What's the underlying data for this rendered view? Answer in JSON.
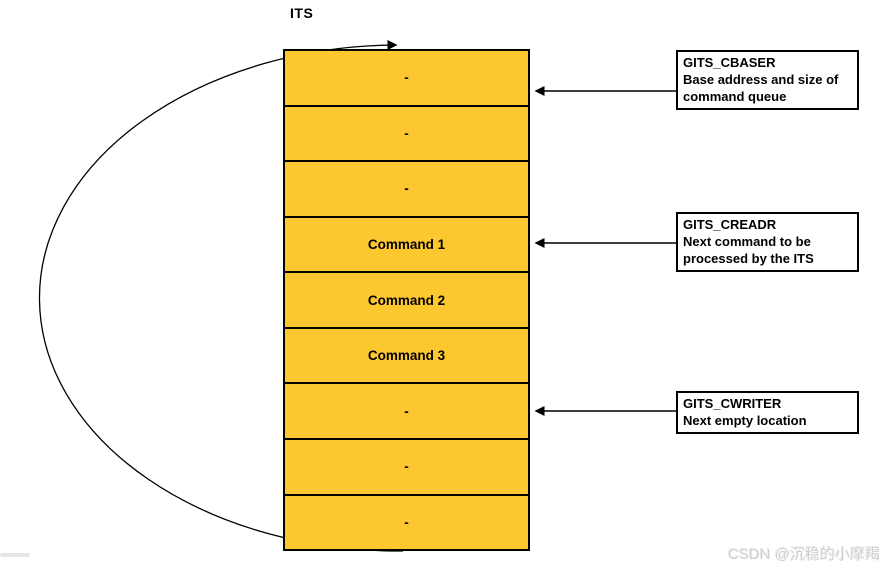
{
  "title": "ITS",
  "queue": {
    "rows": [
      "-",
      "-",
      "-",
      "Command 1",
      "Command 2",
      "Command 3",
      "-",
      "-",
      "-"
    ]
  },
  "registers": [
    {
      "name": "GITS_CBASER",
      "desc": "Base address and size of command queue"
    },
    {
      "name": "GITS_CREADR",
      "desc": "Next command to be processed by the ITS"
    },
    {
      "name": "GITS_CWRITER",
      "desc": "Next empty location"
    }
  ],
  "icons": {
    "wraparound_arrow": "circular-wrap-arrow",
    "pointer_arrows": "left-arrow"
  },
  "colors": {
    "queue_fill": "#FCC72F",
    "line": "#000000",
    "background": "#FFFFFF",
    "watermark_gray": "#CFCFCF"
  },
  "watermark": "CSDN @沉稳的小摩羯"
}
